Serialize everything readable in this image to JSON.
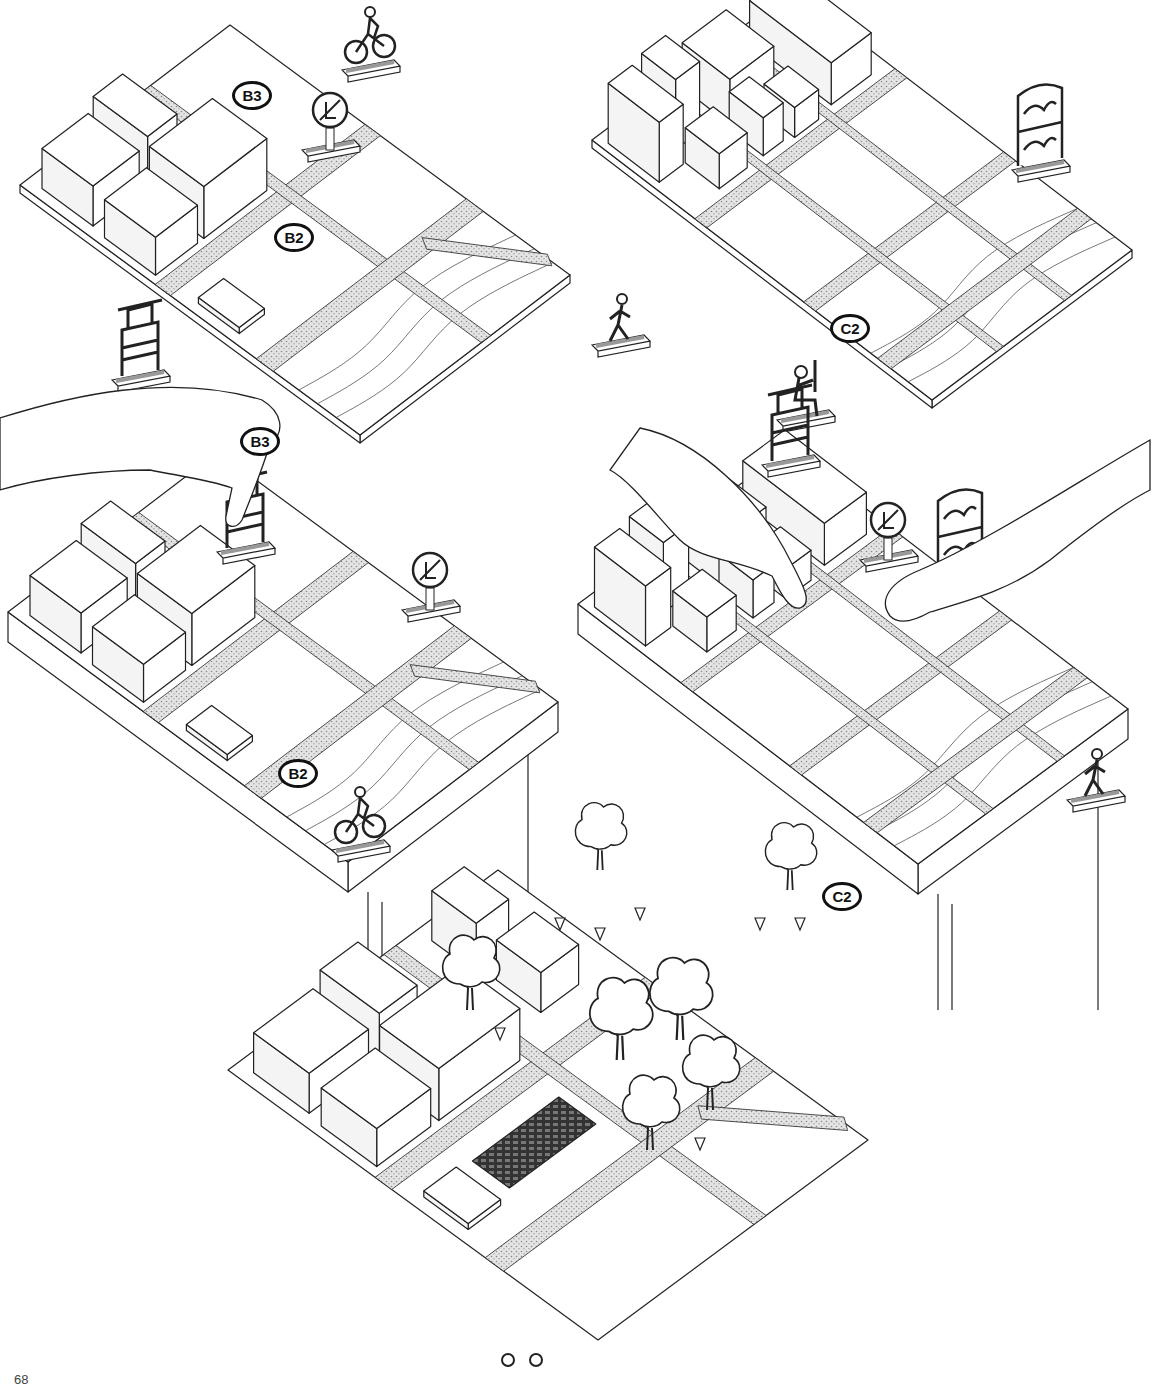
{
  "diagram": {
    "nodes": [
      {
        "text": [
          "B3"
        ]
      },
      {
        "text": [
          "B2"
        ]
      },
      {
        "text": [
          "C2"
        ]
      },
      {
        "text": [
          "B3"
        ]
      },
      {
        "text": [
          "B2"
        ]
      },
      {
        "text": [
          "C2"
        ]
      }
    ],
    "labels": [
      "68"
    ]
  }
}
